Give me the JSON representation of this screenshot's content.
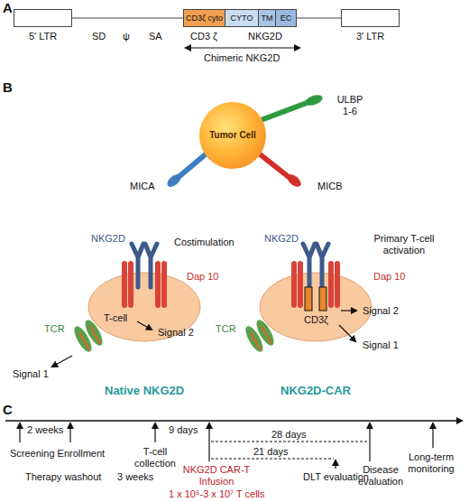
{
  "diagram": {
    "nodes": [
      {
        "text": [
          "5′ LTR"
        ]
      },
      {
        "text": [
          "CD3ζ cyto"
        ]
      },
      {
        "text": [
          "CYTO"
        ]
      },
      {
        "text": [
          "TM"
        ]
      },
      {
        "text": [
          "EC"
        ]
      },
      {
        "text": [
          "3′ LTR"
        ]
      },
      {
        "text": [
          "Tumor Cell"
        ]
      }
    ],
    "edges": [
      {
        "from": 0,
        "to": 1,
        "arrow": "none"
      },
      {
        "from": 4,
        "to": 5,
        "arrow": "none"
      }
    ],
    "labels": [
      "A",
      "SD",
      "ψ",
      "SA",
      "CD3 ζ",
      "NKG2D",
      "Chimeric NKG2D",
      "B",
      "ULBP 1-6",
      "MICA",
      "MICB",
      "NKG2D",
      "Costimulation",
      "Dap 10",
      "TCR",
      "T-cell",
      "Signal 2",
      "Signal 1",
      "Native NKG2D",
      "NKG2D",
      "Primary T-cell activation",
      "Dap 10",
      "TCR",
      "CD3ζ",
      "Signal 2",
      "Signal 1",
      "NKG2D-CAR",
      "C",
      "2 weeks",
      "9 days",
      "28 days",
      "21 days",
      "DLT evaluation",
      "Screening Enrollment",
      "Therapy washout",
      "T-cell collection",
      "3 weeks",
      "NKG2D CAR-T Infusion",
      "1 x 10⁶-3 x 10⁷ T cells",
      "Disease evaluation",
      "Long-term monitoring"
    ]
  }
}
